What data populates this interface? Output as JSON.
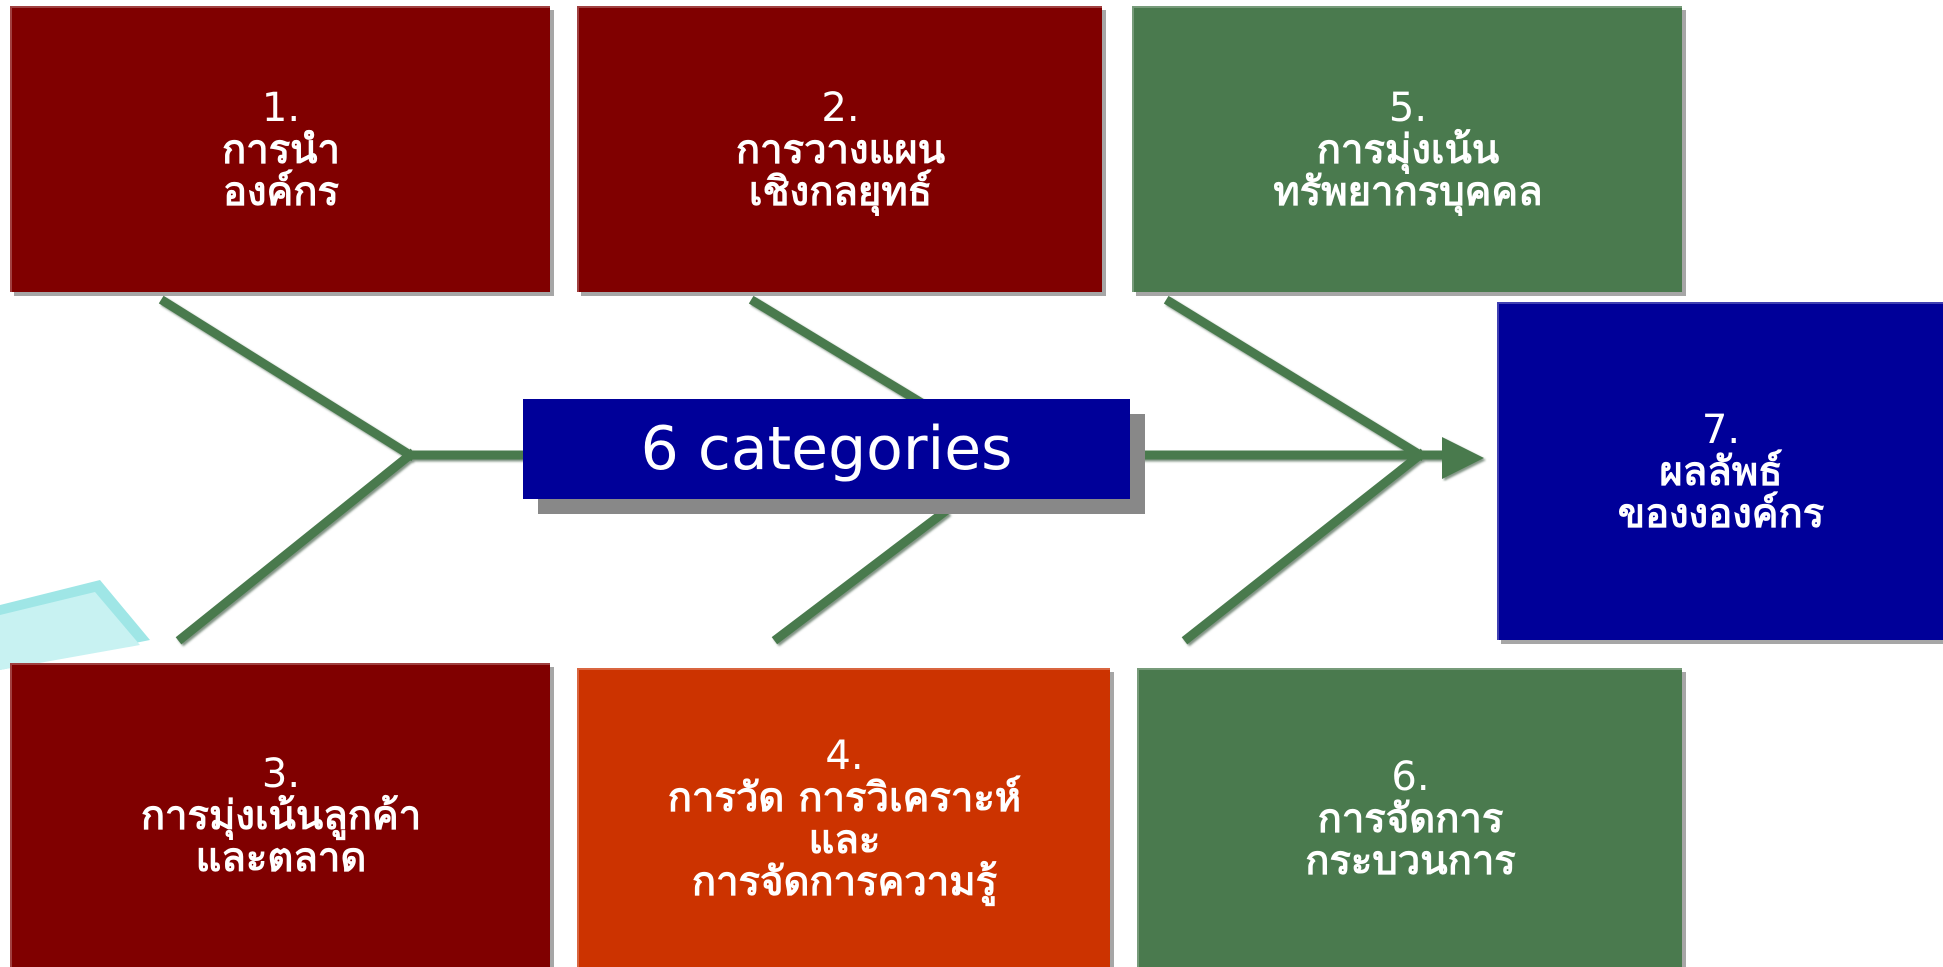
{
  "center_label": "6 categories",
  "categories": [
    {
      "id": "1",
      "num": "1.",
      "title": "การนำ\nองค์กร"
    },
    {
      "id": "2",
      "num": "2.",
      "title": "การวางแผน\nเชิงกลยุทธ์"
    },
    {
      "id": "3",
      "num": "3.",
      "title": "การมุ่งเน้นลูกค้า\nและตลาด"
    },
    {
      "id": "4",
      "num": "4.",
      "title": "การวัด การวิเคราะห์\nและ\nการจัดการความรู้"
    },
    {
      "id": "5",
      "num": "5.",
      "title": "การมุ่งเน้น\nทรัพยากรบุคคล"
    },
    {
      "id": "6",
      "num": "6.",
      "title": "การจัดการ\nกระบวนการ"
    },
    {
      "id": "7",
      "num": "7.",
      "title": "ผลลัพธ์\nของงองค์กร"
    }
  ],
  "colors": {
    "dark_red": "#800000",
    "green": "#4a7a4e",
    "orange": "#cc3300",
    "navy": "#000099",
    "bone": "#4a7a4e"
  }
}
